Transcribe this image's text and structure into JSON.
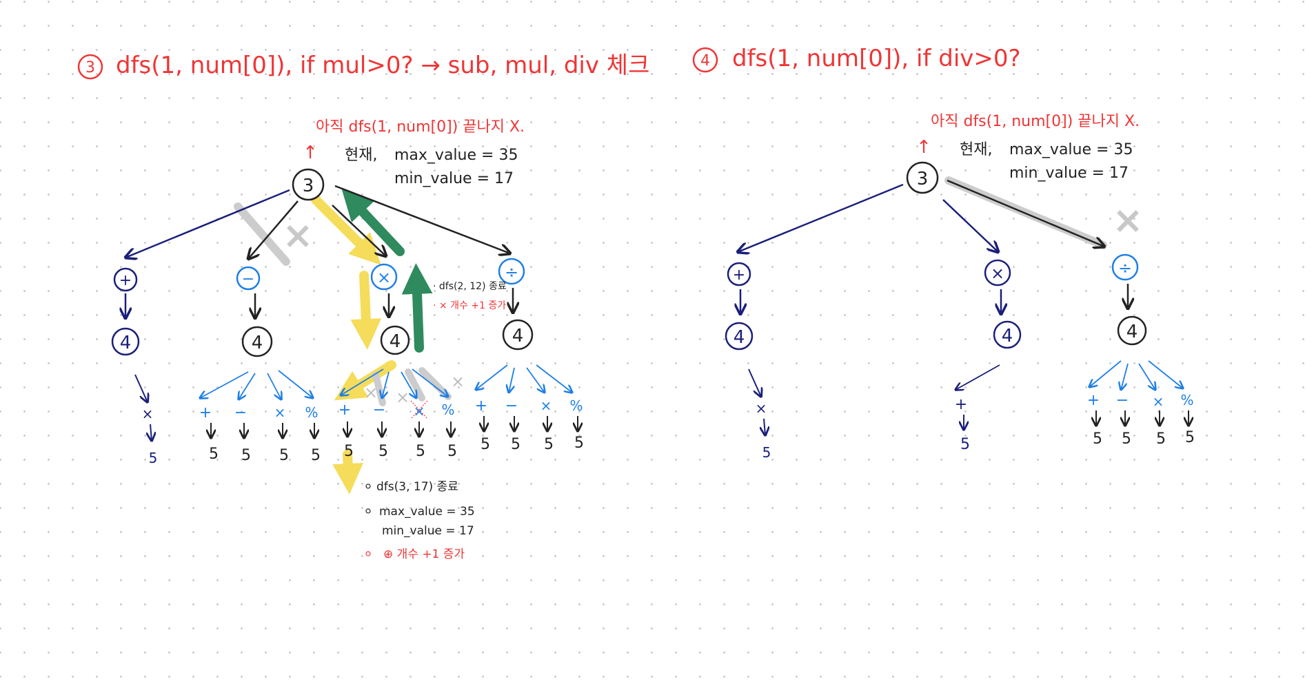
{
  "colors": {
    "red": "#ef3535",
    "navy": "#1a1f7a",
    "blue": "#1e7fe6",
    "black": "#222222",
    "yellow": "#f5dc5a",
    "green": "#2f8a5e",
    "gray": "#cccccc"
  },
  "left": {
    "heading_num": "3",
    "heading": "dfs(1, num[0]), if mul>0? → sub, mul, div 체크",
    "note_unfinished": "아직 dfs(1, num[0]) 끝나지 X.",
    "arrow_up": "↑",
    "current_label": "현재,",
    "max_value": "max_value = 35",
    "min_value": "min_value = 17",
    "root": "3",
    "ops": [
      "+",
      "−",
      "×",
      "÷"
    ],
    "level2": [
      "4",
      "4",
      "4",
      "4"
    ],
    "side_note_1": "· dfs(2, 12) 종료",
    "side_note_2": "· × 개수 +1 증가",
    "leaf_ops_group1": [
      "×"
    ],
    "leaf_ops_group2": [
      "+",
      "−",
      "×",
      "%"
    ],
    "leaf_ops_group3": [
      "+",
      "−",
      "×",
      "%"
    ],
    "leaf_ops_group4": [
      "+",
      "−",
      "×",
      "%"
    ],
    "leaf_value": "5",
    "bottom_notes": [
      "dfs(3, 17) 종료",
      "max_value = 35",
      "min_value = 17",
      "⊕ 개수 +1 증가"
    ],
    "cross_mark": "×"
  },
  "right": {
    "heading_num": "4",
    "heading": "dfs(1, num[0]), if div>0?",
    "note_unfinished": "아직 dfs(1, num[0]) 끝나지 X.",
    "arrow_up": "↑",
    "current_label": "현재,",
    "max_value": "max_value = 35",
    "min_value": "min_value = 17",
    "root": "3",
    "ops": [
      "+",
      "×",
      "÷"
    ],
    "level2": [
      "4",
      "4",
      "4"
    ],
    "leaf_ops_group1": [
      "×"
    ],
    "leaf_ops_group2": [
      "+"
    ],
    "leaf_ops_group3": [
      "+",
      "−",
      "×",
      "%"
    ],
    "leaf_value": "5",
    "cross_mark": "×"
  }
}
